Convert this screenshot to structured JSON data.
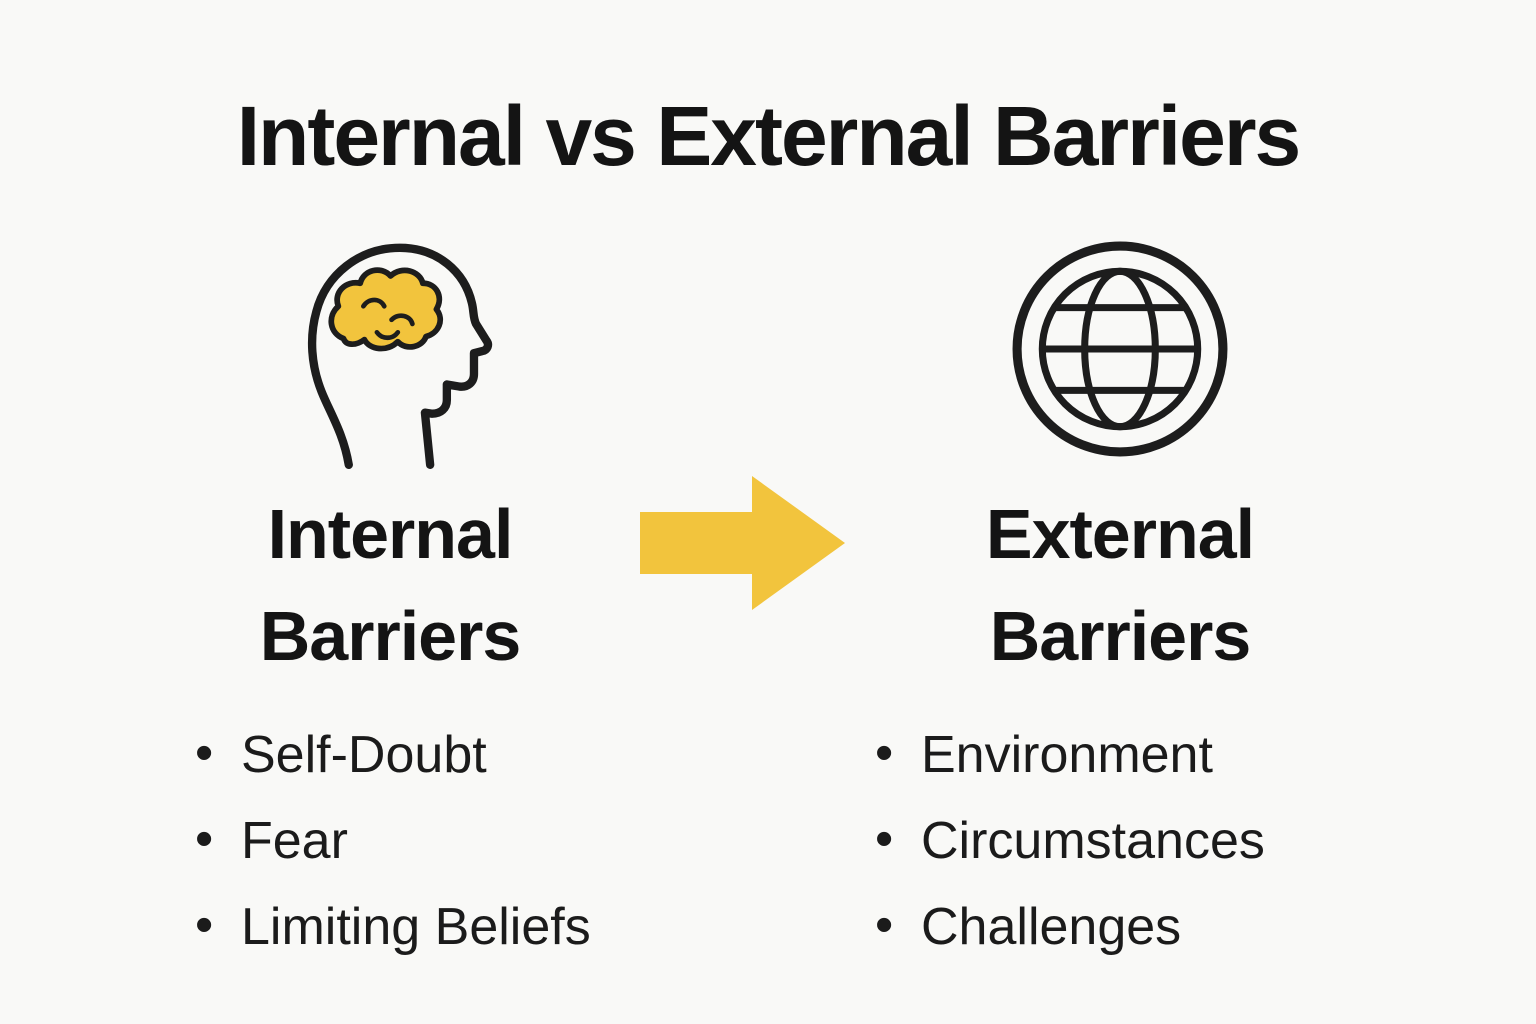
{
  "title": "Internal vs External Barriers",
  "colors": {
    "accent_yellow": "#F2C43D",
    "outline_black": "#1d1d1d",
    "background": "#f9f9f7"
  },
  "left": {
    "icon": "head-brain-icon",
    "heading_lines": [
      "Internal",
      "Barriers"
    ],
    "items": [
      "Self-Doubt",
      "Fear",
      "Limiting Beliefs"
    ]
  },
  "right": {
    "icon": "globe-icon",
    "heading_lines": [
      "External",
      "Barriers"
    ],
    "items": [
      "Environment",
      "Circumstances",
      "Challenges"
    ]
  },
  "arrow": {
    "icon": "right-arrow-icon",
    "direction": "right"
  }
}
